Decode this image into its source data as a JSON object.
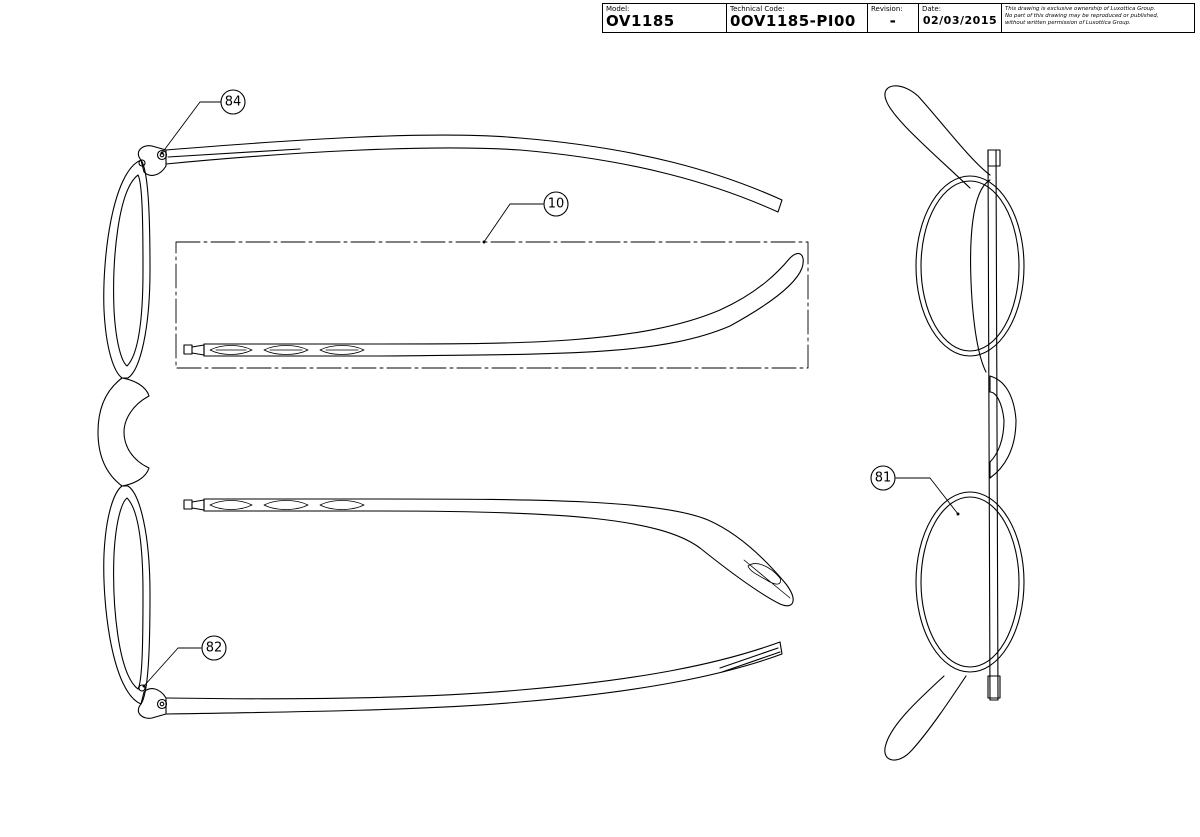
{
  "title_block": {
    "model_label": "Model:",
    "model_value": "OV1185",
    "technical_code_label": "Technical Code:",
    "technical_code_value": "0OV1185-PI00",
    "revision_label": "Revision:",
    "revision_value": "-",
    "date_label": "Date:",
    "date_value": "02/03/2015",
    "ownership_line_1": "This drawing is exclusive ownership of Luxottica Group.",
    "ownership_line_2": "No part of this drawing may be reproduced or published,",
    "ownership_line_3": "without written permission of Luxottica Group."
  },
  "callouts": {
    "hinge_screw_top": "84",
    "temple_detail": "10",
    "lens": "81",
    "hinge_screw_bottom": "82"
  },
  "colors": {
    "line": "#000000",
    "background": "#ffffff"
  }
}
